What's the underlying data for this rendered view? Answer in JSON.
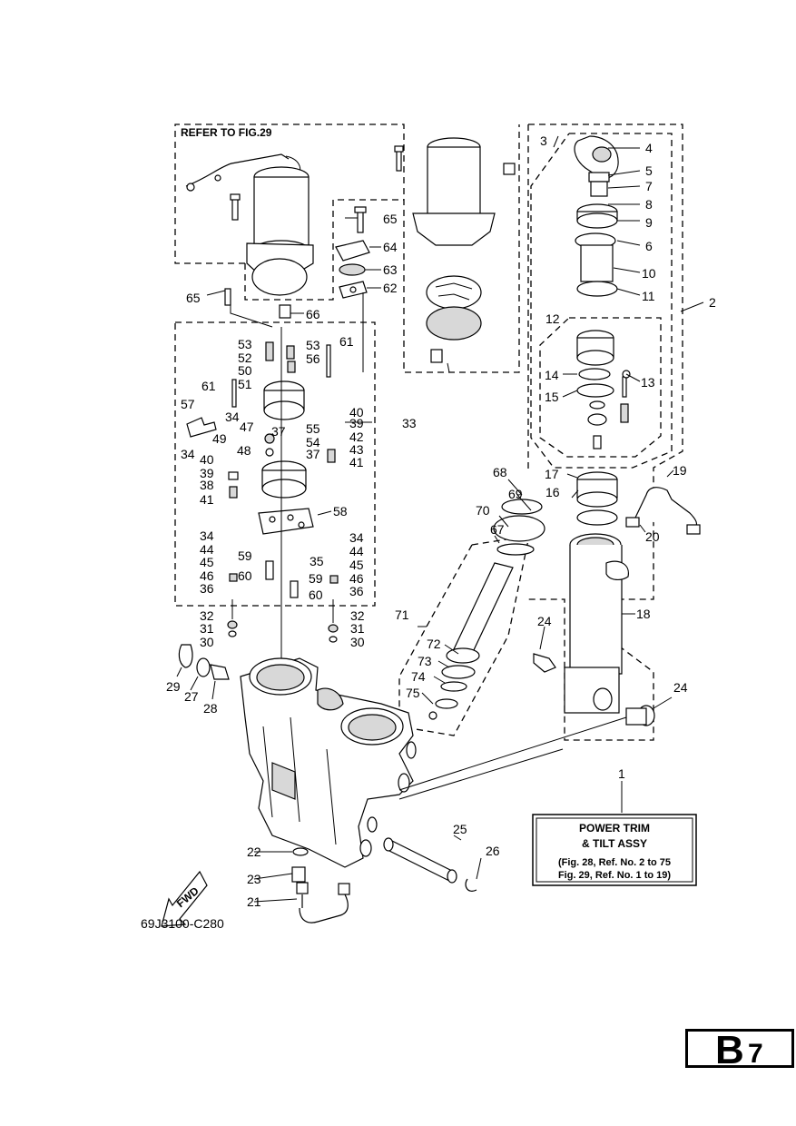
{
  "header": {
    "refer_note": "REFER TO FIG.29"
  },
  "callout_box": {
    "title_line1": "POWER TRIM",
    "title_line2": "& TILT ASSY",
    "note_line1": "(Fig. 28, Ref. No. 2 to 75",
    "note_line2": "Fig. 29, Ref. No. 1 to 19)"
  },
  "direction_arrow": "FWD",
  "drawing_code": "69J3100-C280",
  "page_badge": {
    "letter": "B",
    "number": "7"
  },
  "labels": [
    "1",
    "2",
    "3",
    "4",
    "5",
    "6",
    "7",
    "8",
    "9",
    "10",
    "11",
    "12",
    "13",
    "14",
    "15",
    "16",
    "17",
    "18",
    "19",
    "20",
    "21",
    "22",
    "23",
    "24",
    "24",
    "25",
    "26",
    "27",
    "28",
    "29",
    "30",
    "30",
    "31",
    "31",
    "32",
    "32",
    "33",
    "34",
    "34",
    "34",
    "34",
    "35",
    "36",
    "36",
    "37",
    "37",
    "38",
    "39",
    "39",
    "40",
    "40",
    "41",
    "41",
    "42",
    "43",
    "44",
    "44",
    "45",
    "45",
    "46",
    "46",
    "47",
    "48",
    "49",
    "50",
    "51",
    "52",
    "53",
    "53",
    "54",
    "55",
    "56",
    "57",
    "58",
    "59",
    "59",
    "60",
    "60",
    "61",
    "61",
    "62",
    "63",
    "64",
    "65",
    "65",
    "66",
    "67",
    "68",
    "69",
    "70",
    "71",
    "72",
    "73",
    "74",
    "75"
  ]
}
